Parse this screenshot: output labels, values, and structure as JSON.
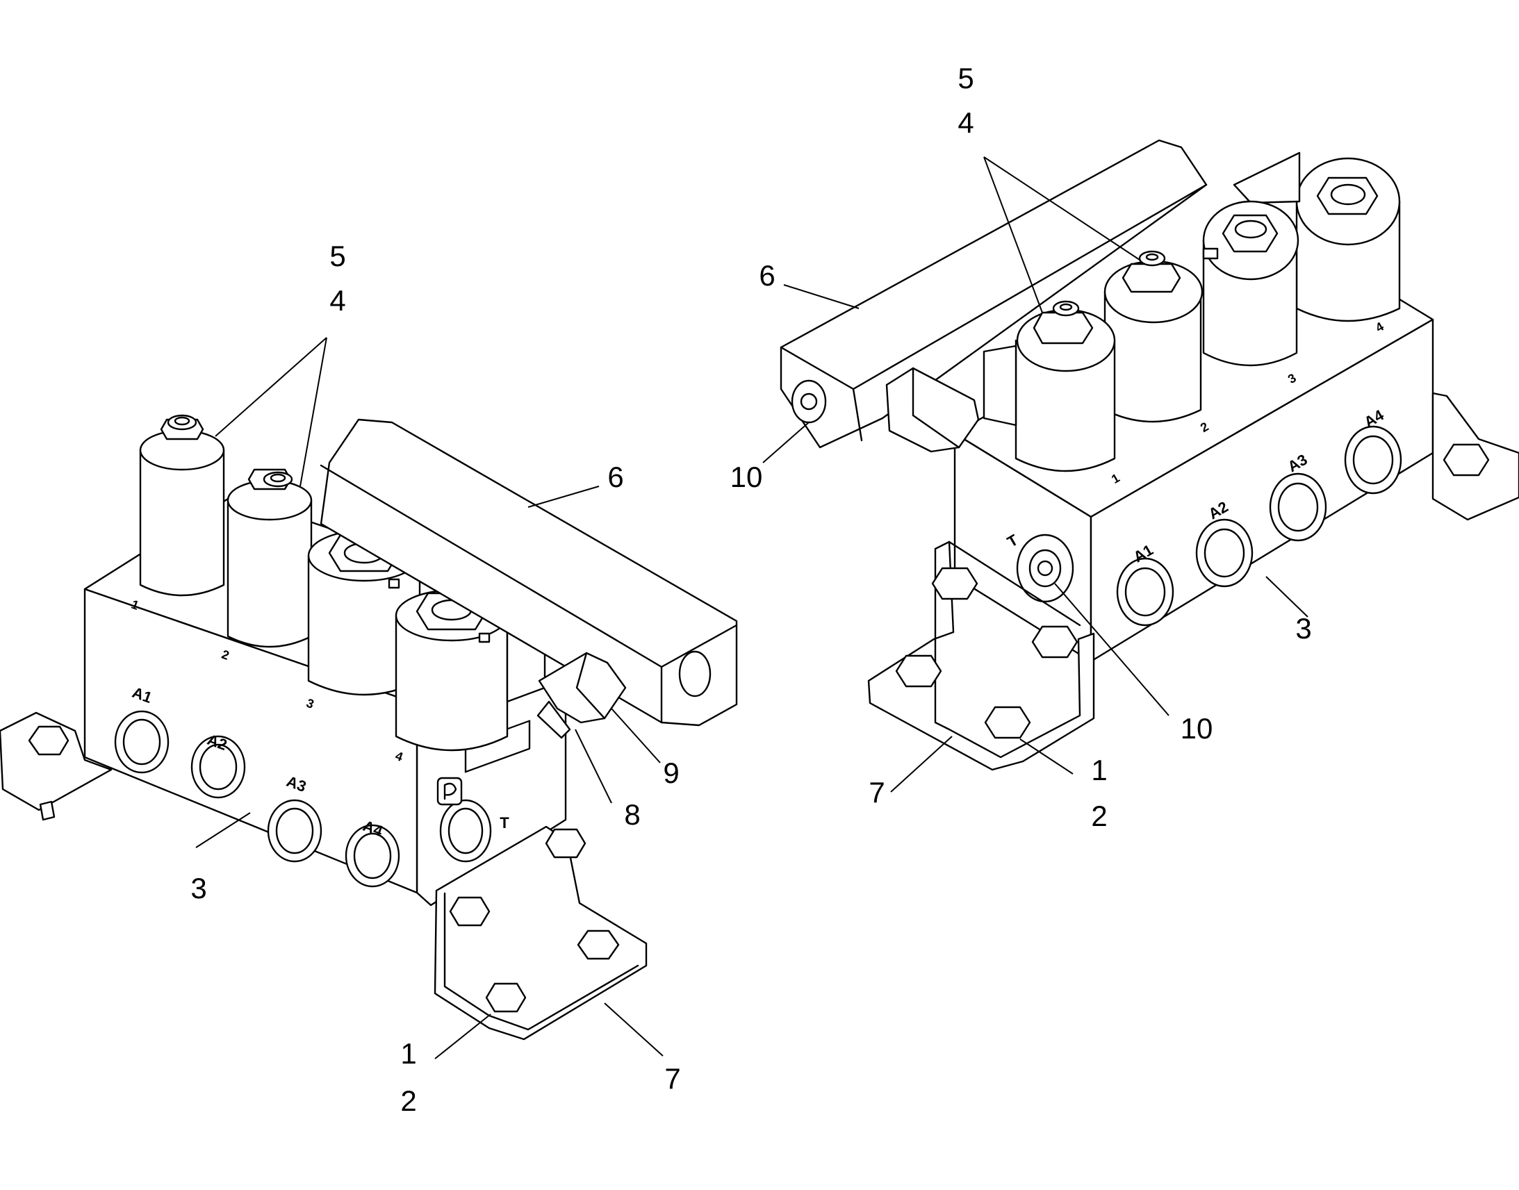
{
  "views": {
    "left": {
      "callouts": {
        "c5": "5",
        "c4": "4",
        "c6": "6",
        "c3": "3",
        "c8": "8",
        "c9": "9",
        "c1": "1",
        "c2": "2",
        "c7": "7"
      },
      "ports": {
        "a1": "A1",
        "a2": "A2",
        "a3": "A3",
        "a4": "A4",
        "t": "T"
      },
      "slots": {
        "s1": "1",
        "s2": "2",
        "s3": "3",
        "s4": "4"
      }
    },
    "right": {
      "callouts": {
        "c5": "5",
        "c4": "4",
        "c6": "6",
        "c10a": "10",
        "c10b": "10",
        "c3": "3",
        "c1": "1",
        "c2": "2",
        "c7": "7"
      },
      "ports": {
        "a1": "A1",
        "a2": "A2",
        "a3": "A3",
        "a4": "A4",
        "t": "T"
      },
      "slots": {
        "s1": "1",
        "s2": "2",
        "s3": "3",
        "s4": "4"
      }
    }
  },
  "icons": {
    "solenoid-coil": "cylinder",
    "hex-nut": "hexagon",
    "hex-bolt": "hexagon",
    "manufacturer-logo": "logo-mark"
  }
}
